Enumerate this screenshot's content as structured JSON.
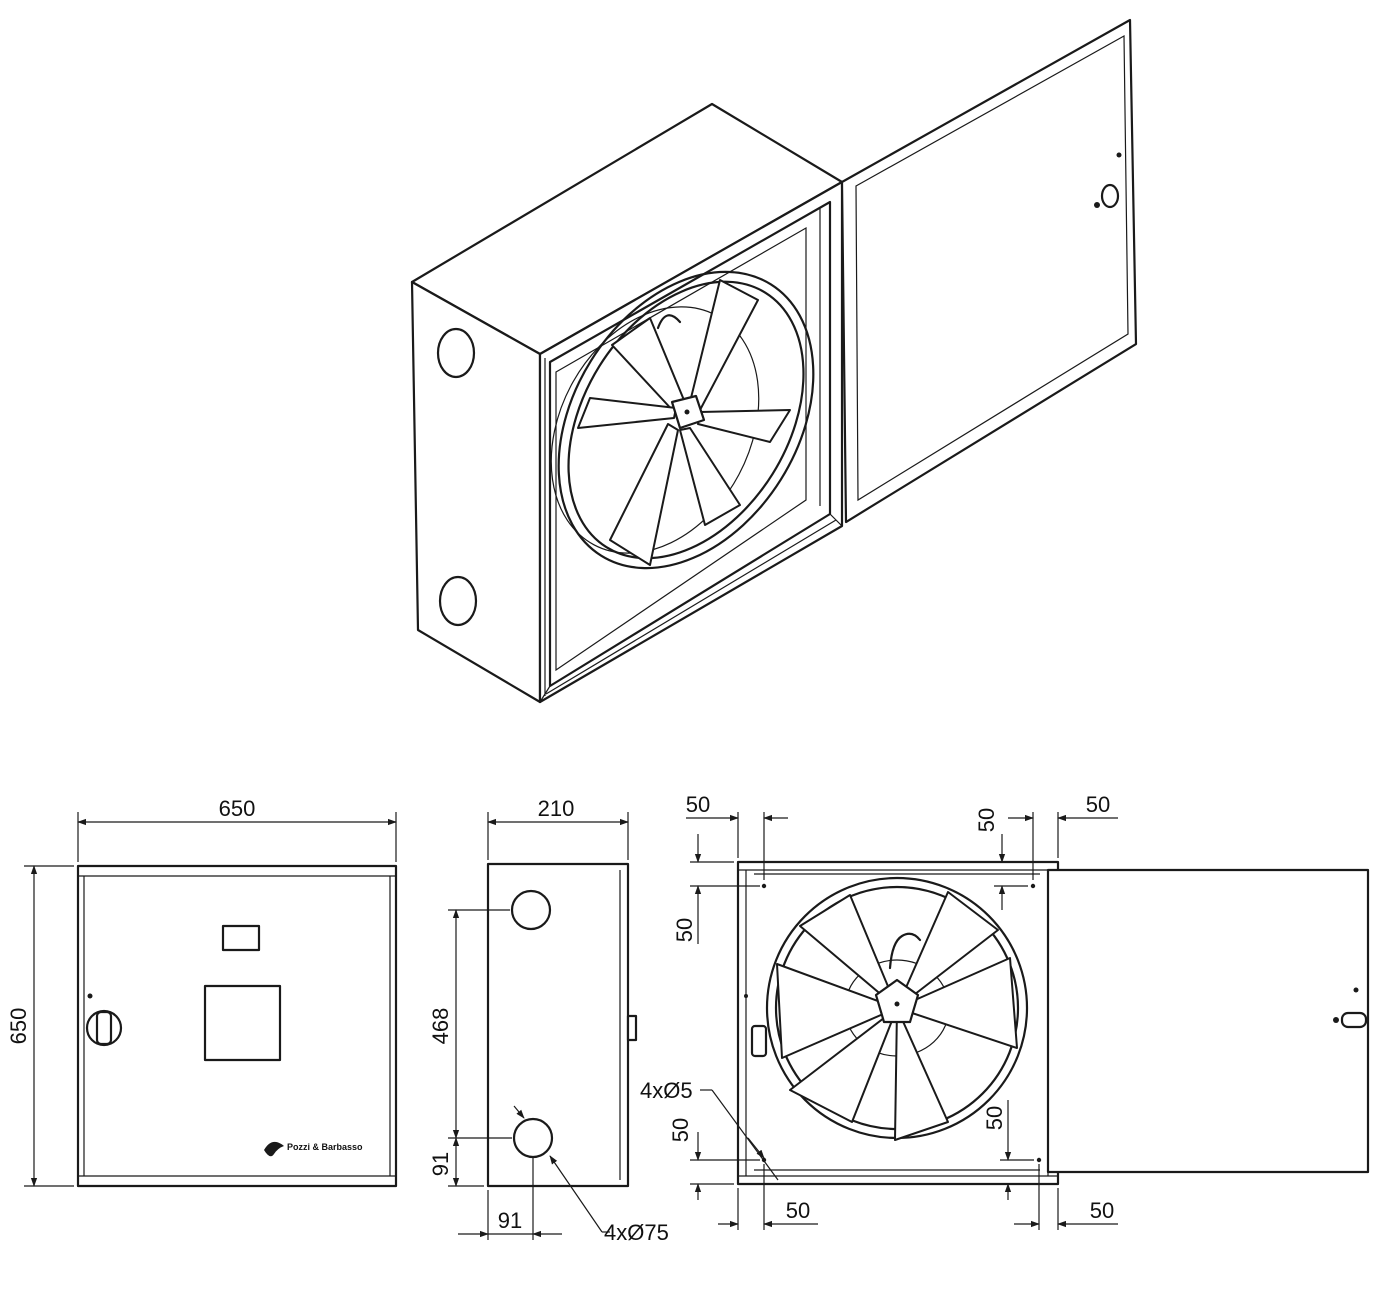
{
  "dimensions": {
    "front_width": "650",
    "front_height": "650",
    "side_depth": "210",
    "side_hole_spacing": "468",
    "side_hole_from_bottom": "91",
    "side_hole_from_edge": "91",
    "side_hole_note": "4xØ75",
    "inside_offset_top_left_h": "50",
    "inside_offset_top_left_v": "50",
    "inside_offset_top_right_h": "50",
    "inside_offset_top_right_v": "50",
    "inside_offset_bottom_left_h": "50",
    "inside_offset_bottom_left_v": "50",
    "inside_offset_bottom_right_h": "50",
    "inside_offset_bottom_right_v": "50",
    "mount_hole_note": "4xØ5"
  },
  "logo": {
    "text": "Pozzi & Barbasso"
  },
  "colors": {
    "line": "#1a1a1a",
    "background": "#ffffff"
  }
}
